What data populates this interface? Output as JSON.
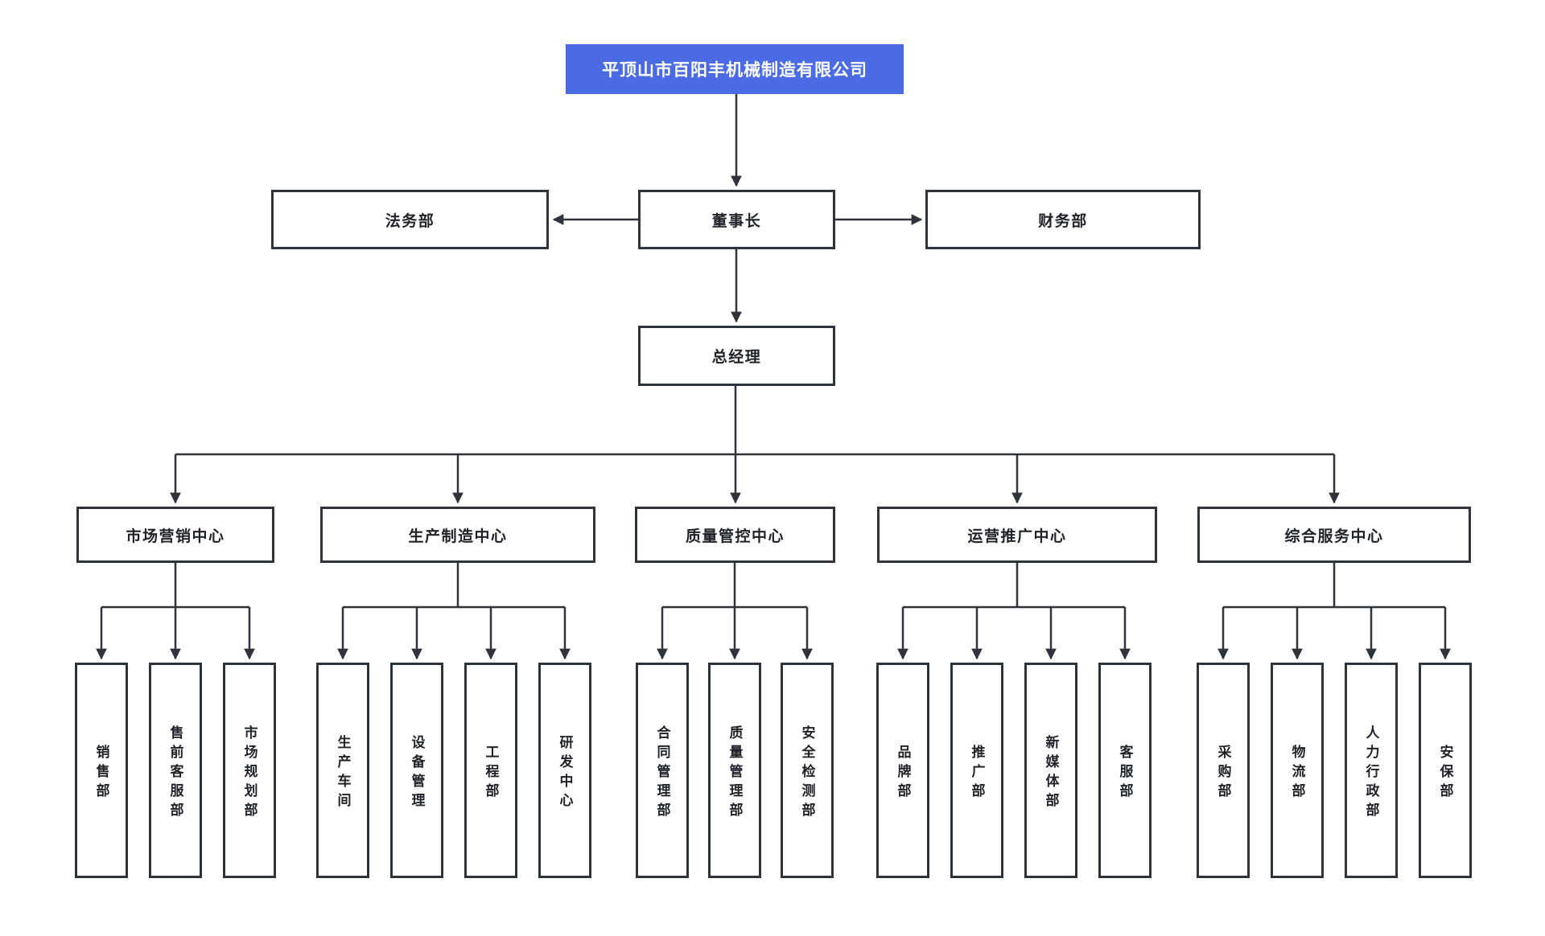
{
  "company_name": "平顶山市百阳丰机械制造有限公司",
  "executives": {
    "chairman": "董事长",
    "legal": "法务部",
    "finance": "财务部",
    "general_manager": "总经理"
  },
  "centers": [
    {
      "label": "市场营销中心",
      "departments": [
        "销售部",
        "售前客服部",
        "市场规划部"
      ]
    },
    {
      "label": "生产制造中心",
      "departments": [
        "生产车间",
        "设备管理",
        "工程部",
        "研发中心"
      ]
    },
    {
      "label": "质量管控中心",
      "departments": [
        "合同管理部",
        "质量管理部",
        "安全检测部"
      ]
    },
    {
      "label": "运营推广中心",
      "departments": [
        "品牌部",
        "推广部",
        "新媒体部",
        "客服部"
      ]
    },
    {
      "label": "综合服务中心",
      "departments": [
        "采购部",
        "物流部",
        "人力行政部",
        "安保部"
      ]
    }
  ],
  "colors": {
    "accent_blue": "#4A6BE3",
    "line_dark": "#2F343C",
    "text_dark": "#1F2329",
    "background": "#FFFFFF"
  }
}
